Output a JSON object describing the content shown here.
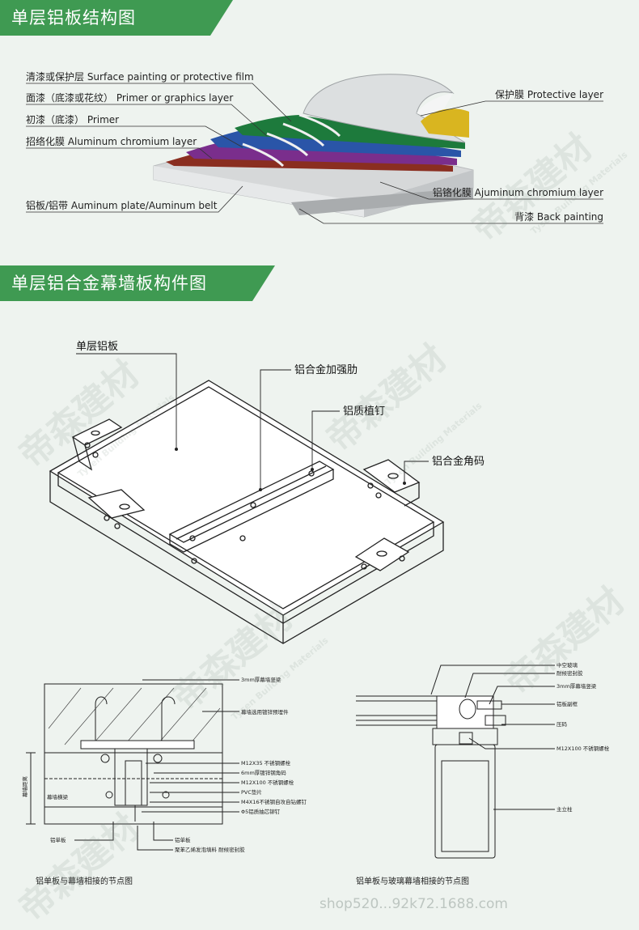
{
  "section1": {
    "title": "单层铝板结构图",
    "labels_left": [
      "清漆或保护层 Surface painting or protective film",
      "面漆（底漆或花纹） Primer or graphics layer",
      "初漆（底漆） Primer",
      "招络化膜 Aluminum chromium layer",
      "铝板/铝带 Auminum plate/Auminum belt"
    ],
    "labels_right": [
      "保护膜 Protective layer",
      "铝铬化膜 Ajuminum chromium layer",
      "背漆 Back painting"
    ],
    "layer_colors": [
      "#1d7a3c",
      "#2a55a8",
      "#7a2e8c",
      "#8a2e20",
      "#d8d8d8",
      "#d9b520"
    ]
  },
  "section2": {
    "title": "单层铝合金幕墙板构件图",
    "callouts": [
      "单层铝板",
      "铝合金加强肋",
      "铝质植钉",
      "铝合金角码"
    ]
  },
  "detail_left": {
    "caption": "铝单板与幕墙相接的节点图",
    "labels": [
      "3mm厚幕墙竖梁",
      "幕墙选用镀锌预埋件",
      "M12X35 不锈钢螺栓",
      "6mm厚镀锌钢角码",
      "M12X100 不锈钢螺栓",
      "PVC垫片",
      "M4X16不锈钢自攻自钻螺钉",
      "Φ5铝质抽芯铆钉",
      "铝单板",
      "聚苯乙烯发泡填料 耐候密封胶"
    ],
    "left_labels": [
      "铝单板",
      "幕墙横梁",
      "幕墙距离"
    ]
  },
  "detail_right": {
    "caption": "铝单板与玻璃幕墙相接的节点图",
    "labels": [
      "中空玻璃",
      "耐候密封胶",
      "3mm厚幕墙竖梁",
      "铝板副框",
      "压码",
      "M12X100 不锈钢螺栓",
      "主立柱"
    ]
  },
  "watermark": {
    "cn": "帝森建材",
    "en": "Tysen Building Materials",
    "url": "shop520...92k72.1688.com"
  }
}
